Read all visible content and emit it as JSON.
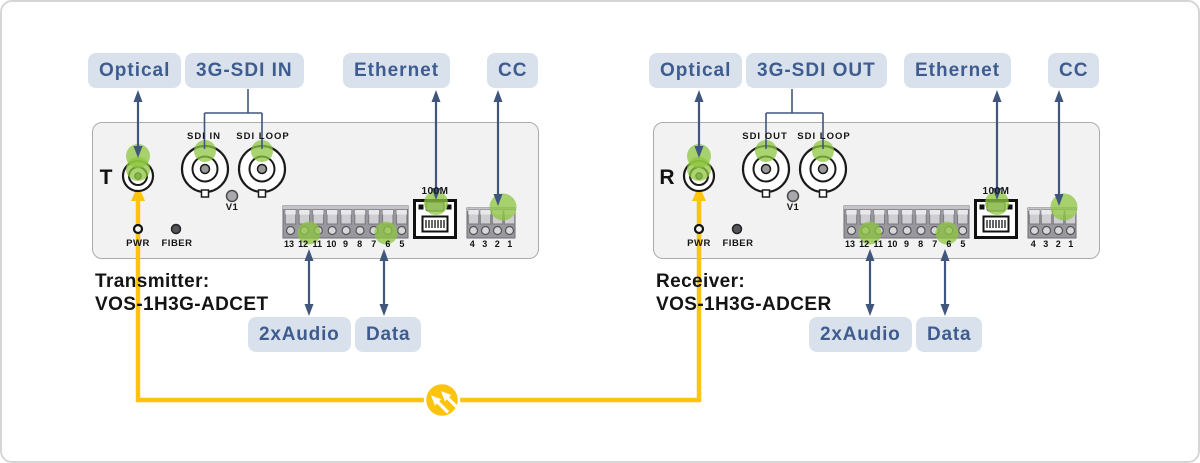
{
  "colors": {
    "accent_green": "#8DC63F",
    "fiber_yellow": "#FCC30F",
    "arrow_blue": "#40567D",
    "label_bg": "#D9E2EC",
    "label_text": "#3E5C8F"
  },
  "devices": [
    {
      "port_letter": "T",
      "caption_line1": "Transmitter:",
      "caption_line2": "VOS-1H3G-ADCET",
      "top_labels": [
        "Optical",
        "3G-SDI IN",
        "Ethernet",
        "CC"
      ],
      "bottom_labels": [
        "2xAudio",
        "Data"
      ],
      "panel": {
        "sdi_left_label": "SDI IN",
        "sdi_right_label": "SDI LOOP",
        "version_button": "V1",
        "led_pwr": "PWR",
        "led_fiber": "FIBER",
        "ethernet_port": "100M",
        "terminal9_numbers": [
          "13",
          "12",
          "11",
          "10",
          "9",
          "8",
          "7",
          "6",
          "5"
        ],
        "terminal4_numbers": [
          "4",
          "3",
          "2",
          "1"
        ]
      }
    },
    {
      "port_letter": "R",
      "caption_line1": "Receiver:",
      "caption_line2": "VOS-1H3G-ADCER",
      "top_labels": [
        "Optical",
        "3G-SDI OUT",
        "Ethernet",
        "CC"
      ],
      "bottom_labels": [
        "2xAudio",
        "Data"
      ],
      "panel": {
        "sdi_left_label": "SDI OUT",
        "sdi_right_label": "SDI LOOP",
        "version_button": "V1",
        "led_pwr": "PWR",
        "led_fiber": "FIBER",
        "ethernet_port": "100M",
        "terminal9_numbers": [
          "13",
          "12",
          "11",
          "10",
          "9",
          "8",
          "7",
          "6",
          "5"
        ],
        "terminal4_numbers": [
          "4",
          "3",
          "2",
          "1"
        ]
      }
    }
  ]
}
